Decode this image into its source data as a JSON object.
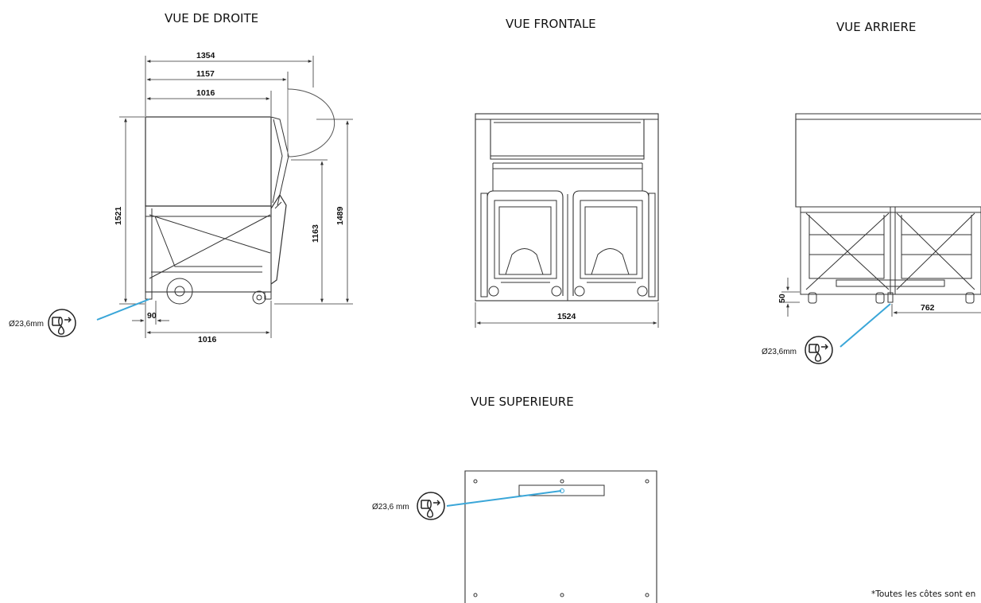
{
  "views": {
    "right": {
      "title": "VUE DE DROITE"
    },
    "front": {
      "title": "VUE FRONTALE"
    },
    "rear": {
      "title": "VUE ARRIERE"
    },
    "top": {
      "title": "VUE SUPERIEURE"
    }
  },
  "dimensions": {
    "right": {
      "d1354": "1354",
      "d1157": "1157",
      "d1016_top": "1016",
      "d1521": "1521",
      "d1489": "1489",
      "d1163": "1163",
      "d90": "90",
      "d1016_bottom": "1016"
    },
    "front": {
      "d1524": "1524"
    },
    "rear": {
      "d50": "50",
      "d762": "762"
    }
  },
  "drain": {
    "right_label": "Ø23,6mm",
    "rear_label": "Ø23,6mm",
    "top_label": "Ø23,6 mm",
    "line_color": "#3aa6d8"
  },
  "footnote": "*Toutes les côtes sont en"
}
